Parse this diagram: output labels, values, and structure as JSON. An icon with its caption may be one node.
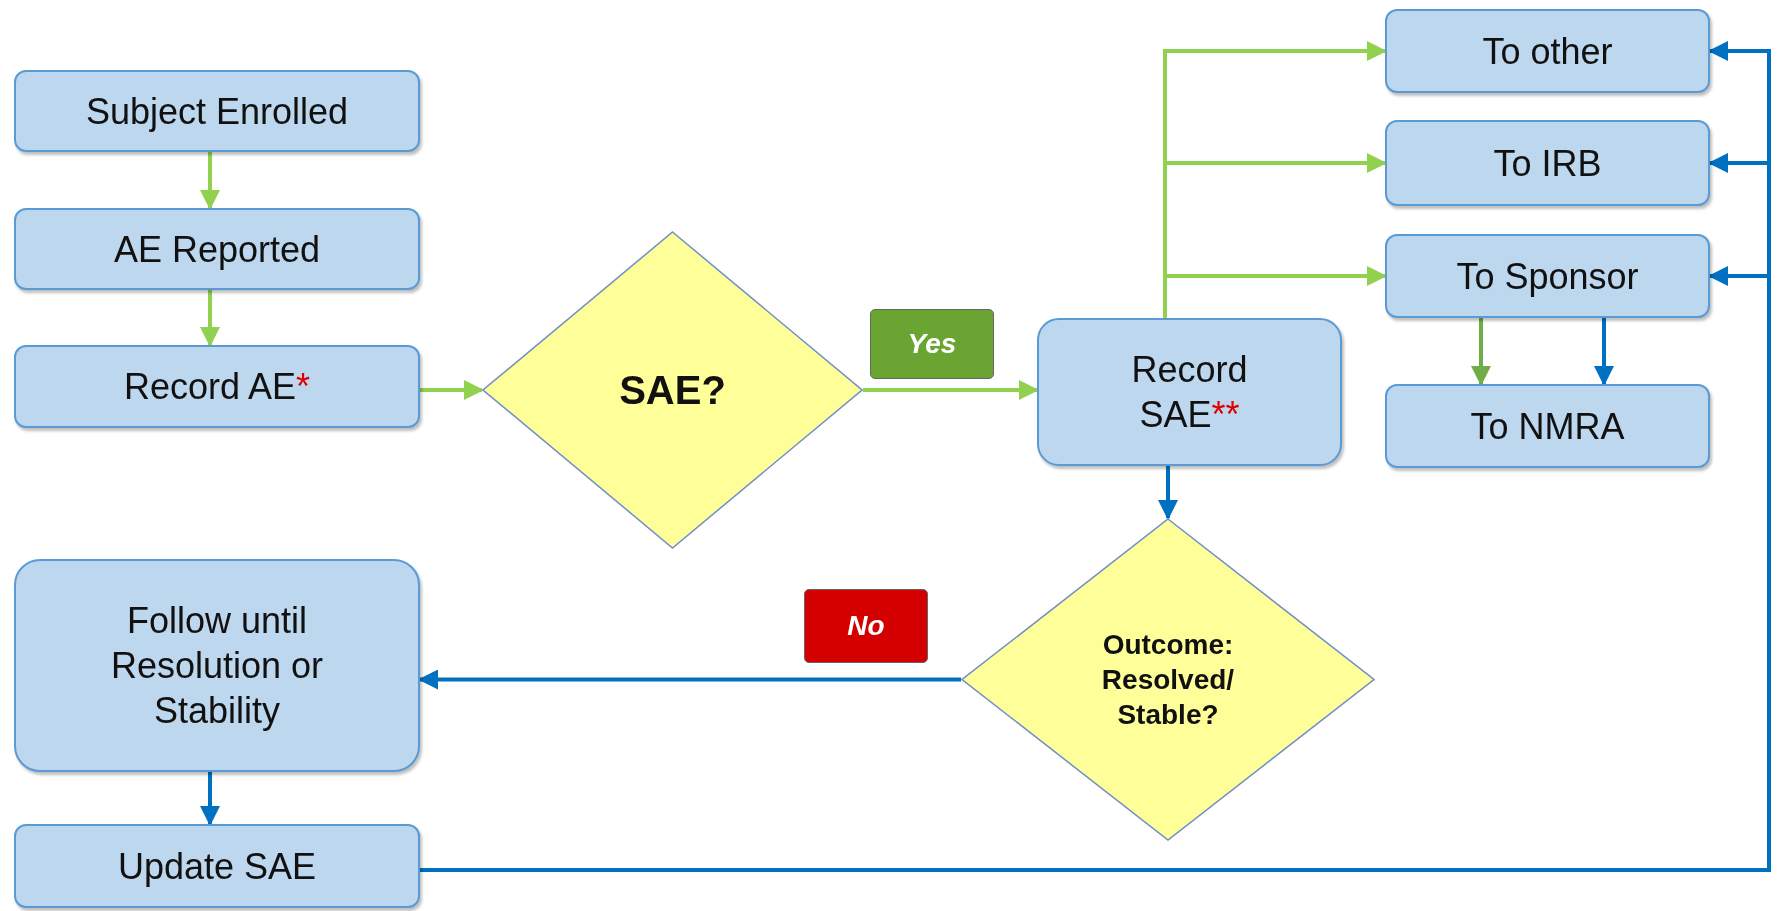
{
  "diagram": {
    "nodes": [
      {
        "text": [
          "Subject Enrolled"
        ]
      },
      {
        "text": [
          "AE Reported"
        ]
      },
      {
        "text": [
          "Record AE*"
        ]
      },
      {
        "text": [
          "SAE?"
        ]
      },
      {
        "text": [
          "Record SAE**"
        ]
      },
      {
        "text": [
          "To other"
        ]
      },
      {
        "text": [
          "To IRB"
        ]
      },
      {
        "text": [
          "To Sponsor"
        ]
      },
      {
        "text": [
          "To NMRA"
        ]
      },
      {
        "text": [
          "Outcome: Resolved/ Stable?"
        ]
      },
      {
        "text": [
          "Follow until Resolution or Stability"
        ]
      },
      {
        "text": [
          "Update SAE"
        ]
      }
    ],
    "edges": [
      {
        "from": 0,
        "to": 1,
        "arrow": "to"
      },
      {
        "from": 1,
        "to": 2,
        "arrow": "to"
      },
      {
        "from": 2,
        "to": 3,
        "arrow": "to"
      },
      {
        "from": 3,
        "to": 4,
        "arrow": "to",
        "label": "Yes"
      },
      {
        "from": 4,
        "to": 5,
        "arrow": "to"
      },
      {
        "from": 4,
        "to": 6,
        "arrow": "to"
      },
      {
        "from": 4,
        "to": 7,
        "arrow": "to"
      },
      {
        "from": 7,
        "to": 8,
        "arrow": "to",
        "color": "#70ad47"
      },
      {
        "from": 7,
        "to": 8,
        "arrow": "to",
        "color": "#0070c0"
      },
      {
        "from": 4,
        "to": 9,
        "arrow": "to",
        "color": "#0070c0"
      },
      {
        "from": 9,
        "to": 10,
        "arrow": "to",
        "label": "No",
        "color": "#0070c0"
      },
      {
        "from": 10,
        "to": 11,
        "arrow": "to",
        "color": "#0070c0"
      },
      {
        "from": 11,
        "to": 5,
        "arrow": "to",
        "color": "#0070c0"
      },
      {
        "from": 11,
        "to": 6,
        "arrow": "to",
        "color": "#0070c0"
      },
      {
        "from": 11,
        "to": 7,
        "arrow": "to",
        "color": "#0070c0"
      }
    ]
  }
}
